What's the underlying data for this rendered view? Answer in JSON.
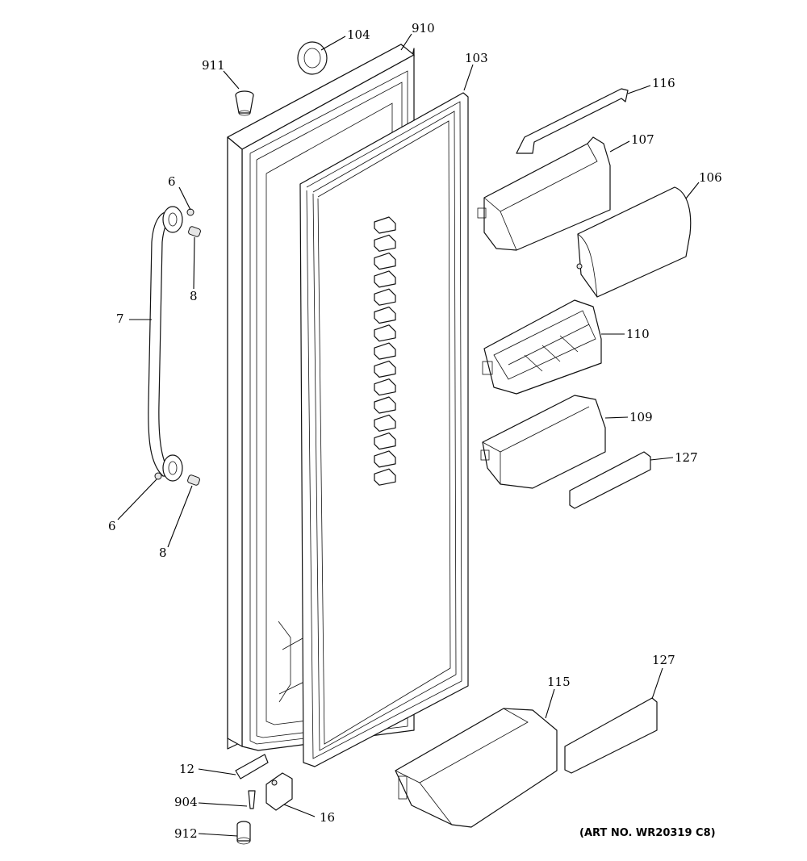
{
  "art_number": "(ART NO. WR20319 C8)",
  "callouts": {
    "c104": "104",
    "c910": "910",
    "c911": "911",
    "c103": "103",
    "c116": "116",
    "c107": "107",
    "c106": "106",
    "c6_top": "6",
    "c8_top": "8",
    "c7": "7",
    "c110": "110",
    "c109": "109",
    "c127_top": "127",
    "c6_bottom": "6",
    "c8_bottom": "8",
    "c115": "115",
    "c127_bottom": "127",
    "c12": "12",
    "c904": "904",
    "c16": "16",
    "c912": "912"
  }
}
